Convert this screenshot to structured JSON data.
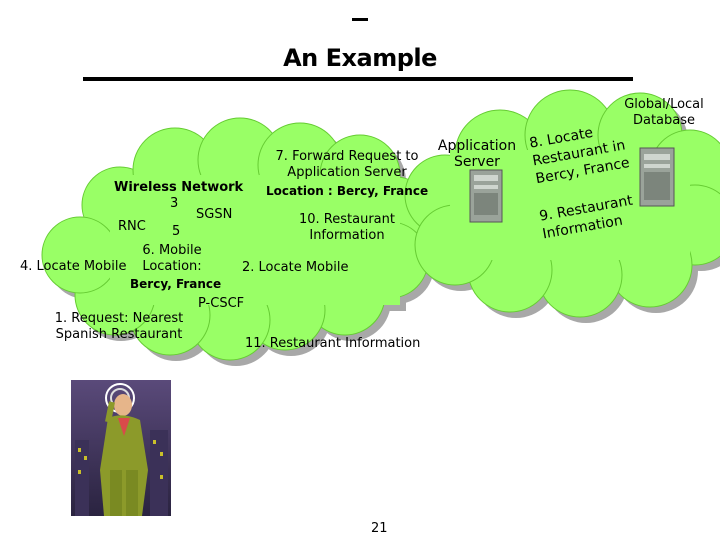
{
  "slide": {
    "title": "An Example",
    "page_number": "21"
  },
  "diagram": {
    "global_db": "Global/Local\nDatabase",
    "app_server": "Application\nServer",
    "wireless_network": "Wireless Network",
    "rnc": "RNC",
    "sgsn": "SGSN",
    "pcscf": "P-CSCF",
    "step3": "3",
    "step5": "5",
    "step1": "1. Request: Nearest\nSpanish Restaurant",
    "step2": "2. Locate Mobile",
    "step4": "4. Locate Mobile",
    "step6": "6. Mobile\nLocation:",
    "step6_value": "Bercy, France",
    "step7": "7. Forward Request to\nApplication Server",
    "step7_location": "Location : Bercy, France",
    "step8": "8. Locate\nRestaurant in\nBercy, France",
    "step9": "9. Restaurant\nInformation",
    "step10": "10. Restaurant\nInformation",
    "step11": "11. Restaurant Information"
  },
  "colors": {
    "cloud_fill": "#99ff66",
    "cloud_shadow": "#a0a0a0",
    "server": "#9aa39a"
  }
}
